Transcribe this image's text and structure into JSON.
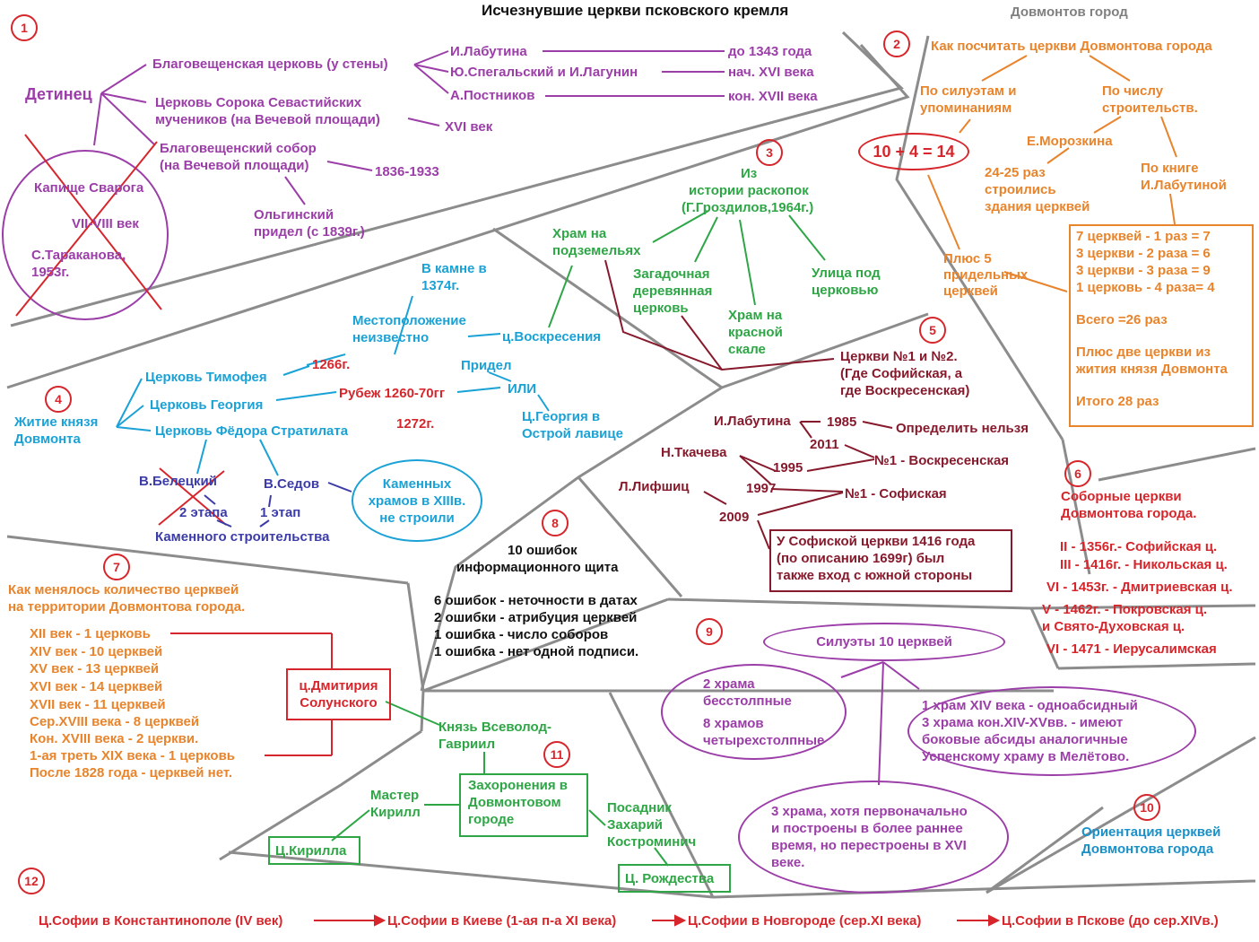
{
  "title": "Исчезнувшие церкви псковского кремля",
  "subtitle_right": "Довмонтов город",
  "numbers": [
    "1",
    "2",
    "3",
    "4",
    "5",
    "6",
    "7",
    "8",
    "9",
    "10",
    "11",
    "12"
  ],
  "s1": {
    "root": "Детинец",
    "blag_church": "Благовещенская церковь (у стены)",
    "labutina": "И.Лабутина",
    "d1": "до 1343 года",
    "spegalsky": "Ю.Спегальский и И.Лагунин",
    "d2": "нач. XVI века",
    "postnikov": "А.Постников",
    "d3": "кон. XVII века",
    "sorok_1": "Церковь Сорока Севастийских",
    "sorok_2": "мучеников (на Вечевой площади)",
    "xvi": "XVI век",
    "sobor_1": "Благовещенский собор",
    "sobor_2": "(на Вечевой площади)",
    "years_sobor": "1836-1933",
    "olga_1": "Ольгинский",
    "olga_2": "придел (с 1839г.)",
    "kapishche": "Капище Сварога",
    "vii_viii": "VII-VIII век",
    "tarakanova_1": "С.Тараканова,",
    "tarakanova_2": "1953г."
  },
  "s2": {
    "head": "Как посчитать церкви Довмонтова города",
    "sil_1": "По силуэтам и",
    "sil_2": "упоминаниям",
    "by_count_1": "По числу",
    "by_count_2": "строительств.",
    "formula": "10 + 4 = 14",
    "moroz": "Е.Морозкина",
    "times_1": "24-25 раз",
    "times_2": "строились",
    "times_3": "здания церквей",
    "book_1": "По книге",
    "book_2": "И.Лабутиной",
    "plus5_1": "Плюс 5",
    "plus5_2": "придельных",
    "plus5_3": "церквей",
    "calc": [
      "7 церквей - 1 раз = 7",
      "3 церкви - 2 раза = 6",
      "3 церкви - 3 раза = 9",
      "1 церковь - 4 раза= 4"
    ],
    "total": "Всего =26 раз",
    "plus2_1": "Плюс две церкви из",
    "plus2_2": "жития князя Довмонта",
    "final": "Итого 28 раз"
  },
  "s3": {
    "head_1": "Из",
    "head_2": "истории раскопок",
    "head_3": "(Г.Гроздилов,1964г.)",
    "underground_1": "Храм на",
    "underground_2": "подземельях",
    "wooden_1": "Загадочная",
    "wooden_2": "деревянная",
    "wooden_3": "церковь",
    "red_rock_1": "Храм на",
    "red_rock_2": "красной",
    "red_rock_3": "скале",
    "street_1": "Улица под",
    "street_2": "церковью"
  },
  "s4": {
    "root_1": "Житие князя",
    "root_2": "Довмонта",
    "timofey": "Церковь Тимофея",
    "y1266": "1266г.",
    "georgy": "Церковь Георгия",
    "rubezh": "Рубеж 1260-70гг",
    "fedor": "Церковь Фёдора Стратилата",
    "y1272": "1272г.",
    "stone_1": "В камне в",
    "stone_2": "1374г.",
    "location_1": "Местоположение",
    "location_2": "неизвестно",
    "voskr": "ц.Воскресения",
    "pridel": "Придел",
    "ili": "ИЛИ",
    "georgy_lav_1": "Ц.Георгия в",
    "georgy_lav_2": "Острой лавице",
    "beletsky": "В.Белецкий",
    "sedov": "В.Седов",
    "stage2": "2 этапа",
    "stage1": "1 этап",
    "stone_building": "Каменного строительства",
    "no_stone_1": "Каменных",
    "no_stone_2": "храмов в XIIIв.",
    "no_stone_3": "не строили"
  },
  "s5": {
    "head_1": "Церкви №1 и №2.",
    "head_2": "(Где Софийская, а",
    "head_3": "где Воскресенская)",
    "labutina": "И.Лабутина",
    "y1985": "1985",
    "cannot": "Определить нельзя",
    "y2011": "2011",
    "tkacheva": "Н.Ткачева",
    "y1995": "1995",
    "voskr": "№1 - Воскресенская",
    "y1997": "1997",
    "lifshits": "Л.Лифшиц",
    "sofia": "№1 - Софиская",
    "y2009": "2009",
    "note_1": "У Софиской церкви 1416 года",
    "note_2": "(по описанию 1699г) был",
    "note_3": "также вход с южной стороны"
  },
  "s6": {
    "head_1": "Соборные церкви",
    "head_2": "Довмонтова города.",
    "items": [
      "II - 1356г.- Софийская ц.",
      "III - 1416г. - Никольская ц.",
      "VI - 1453г. - Дмитриевская ц.",
      "V - 1462г. - Покровская ц.",
      "и Свято-Духовская ц.",
      "VI - 1471 - Иерусалимская"
    ]
  },
  "s7": {
    "head_1": "Как менялось количество церквей",
    "head_2": "на территории Довмонтова города.",
    "items": [
      "XII век - 1 церковь",
      "XIV век - 10 церквей",
      "XV век - 13 церквей",
      "XVI век - 14 церквей",
      "XVII век - 11 церквей",
      "Сер.XVIII века - 8 церквей",
      "Кон. XVIII века - 2 церкви.",
      "1-ая треть XIX века - 1 церковь",
      "После 1828 года - церквей нет."
    ],
    "dmitry_1": "ц.Дмитирия",
    "dmitry_2": "Солунского"
  },
  "s8": {
    "head_1": "10 ошибок",
    "head_2": "информационного щита",
    "items": [
      "6 ошибок - неточности в датах",
      "2 ошибки - атрибуция церквей",
      "1 ошибка - число соборов",
      "1 ошибка - нет одной подписи."
    ]
  },
  "s9": {
    "head": "Силуэты 10 церквей",
    "a_1": "2 храма",
    "a_2": "бесстолпные",
    "a_3": "8 храмов",
    "a_4": "четырехстолпные",
    "b_1": "1 храм XIV века - одноабсидный",
    "b_2": "3 храма кон.XIV-XVвв. - имеют",
    "b_3": "боковые абсиды аналогичные",
    "b_4": "Успенскому храму в Мелётово.",
    "c_1": "3 храма, хотя первоначально",
    "c_2": "и построены в более раннее",
    "c_3": "время, но перестроены в XVI",
    "c_4": "веке."
  },
  "s10": {
    "head_1": "Ориентация церквей",
    "head_2": "Довмонтова города"
  },
  "s11": {
    "vsevolod_1": "Князь Всеволод-",
    "vsevolod_2": "Гавриил",
    "burials_1": "Захоронения в",
    "burials_2": "Довмонтовом",
    "burials_3": "городе",
    "kirill_1": "Мастер",
    "kirill_2": "Кирилл",
    "kirill_church": "Ц.Кирилла",
    "zakhary_1": "Посадник",
    "zakhary_2": "Захарий",
    "zakhary_3": "Костроминич",
    "rozhd": "Ц. Рождества"
  },
  "s12": {
    "chain": [
      "Ц.Софии в Константинополе (IV век)",
      "Ц.Софии в Киеве (1-ая п-а XI века)",
      "Ц.Софии в Новгороде (сер.XI века)",
      "Ц.Софии в Пскове (до сер.XIVв.)"
    ]
  },
  "colors": {
    "purple": "#9b3ea8",
    "orange": "#e8842c",
    "green": "#2ea646",
    "blue": "#1aa2d6",
    "red": "#d6262c",
    "maroon": "#861a2c",
    "darkblue": "#3c3ca8",
    "wall": "#8c8c8c"
  }
}
